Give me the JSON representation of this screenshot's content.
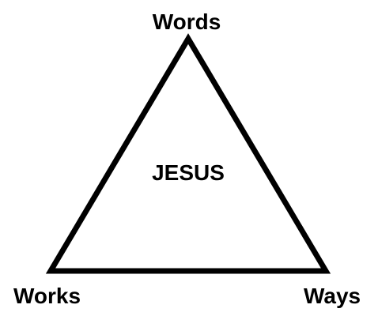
{
  "diagram": {
    "top_label": "Words",
    "center_label": "JESUS",
    "left_label": "Works",
    "right_label": "Ways",
    "colors": {
      "stroke": "#000000",
      "fill": "#ffffff",
      "text": "#000000"
    }
  }
}
